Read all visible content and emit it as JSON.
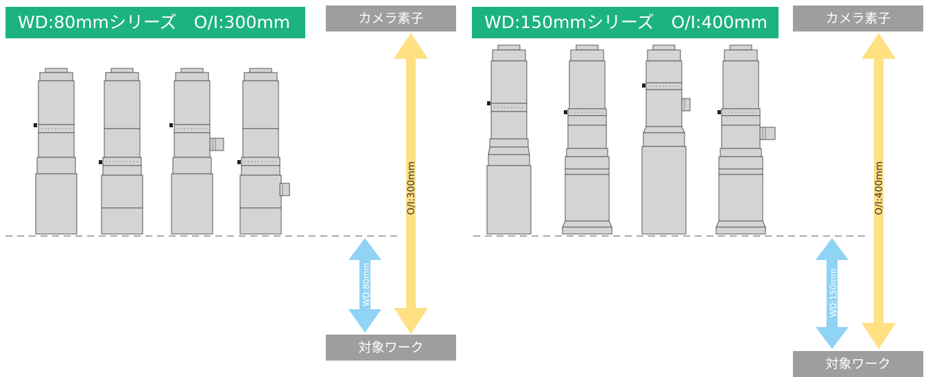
{
  "colors": {
    "green": "#1db37e",
    "label_gray": "#9e9e9e",
    "lens_fill": "#d4d4d4",
    "lens_stroke": "#333333",
    "yellow_arrow": "#ffe083",
    "blue_arrow": "#8fd3f5"
  },
  "panels": [
    {
      "title": "WD:80mmシリーズ　O/I:300mm",
      "camera_label": "カメラ素子",
      "work_label": "対象ワーク",
      "oi_label": "O/I:300mm",
      "wd_label": "WD:80mm",
      "lens_count": 4
    },
    {
      "title": "WD:150mmシリーズ　O/I:400mm",
      "camera_label": "カメラ素子",
      "work_label": "対象ワーク",
      "oi_label": "O/I:400mm",
      "wd_label": "WD:150mm",
      "lens_count": 4
    }
  ]
}
